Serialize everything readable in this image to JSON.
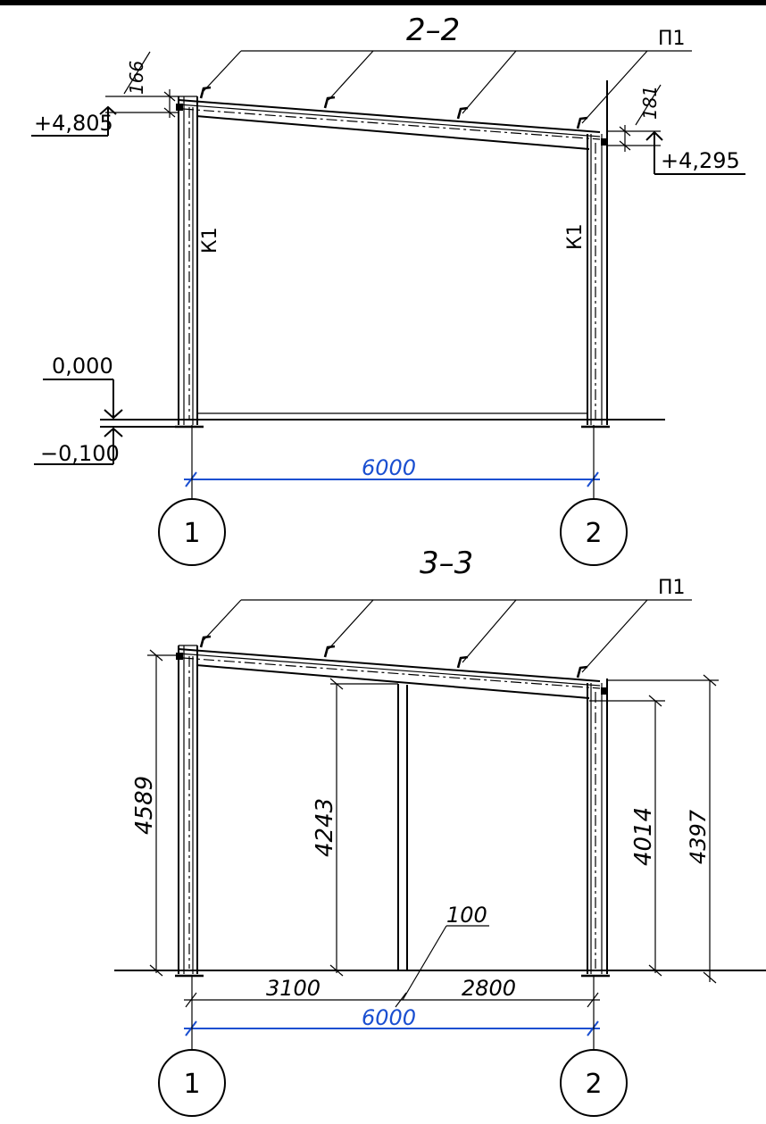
{
  "top_rule_color": "#000000",
  "dimension_color": "#1a4fd1",
  "section_2_2": {
    "title": "2–2",
    "purlin_label": "П1",
    "slope_left": "166",
    "slope_right": "181",
    "elev_top_left": "+4,805",
    "elev_top_right": "+4,295",
    "elev_zero": "0,000",
    "elev_ground": "−0,100",
    "column_left": "К1",
    "column_right": "К1",
    "span": "6000",
    "axis_1": "1",
    "axis_2": "2"
  },
  "section_3_3": {
    "title": "3–3",
    "purlin_label": "П1",
    "height_left": "4589",
    "height_mid": "4243",
    "height_right": "4014",
    "height_outer": "4397",
    "post_width": "100",
    "span_left": "3100",
    "span_right": "2800",
    "span_total": "6000",
    "axis_1": "1",
    "axis_2": "2"
  }
}
